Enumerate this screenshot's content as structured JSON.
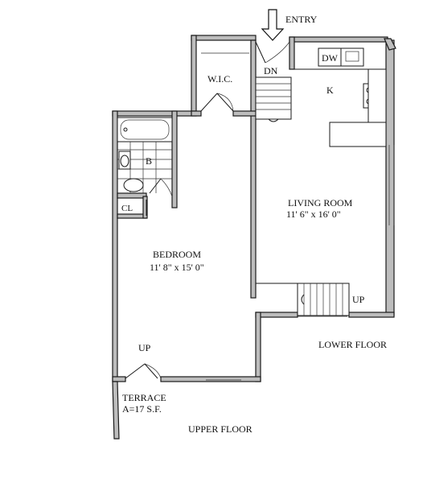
{
  "rooms": {
    "entry": "ENTRY",
    "wic": "W.I.C.",
    "dn": "DN",
    "dw": "DW",
    "kitchen": "K",
    "bath": "B",
    "closet": "CL",
    "living_name": "LIVING ROOM",
    "living_size": "11' 6\" x 16' 0\"",
    "bedroom_name": "BEDROOM",
    "bedroom_size": "11' 8\" x 15' 0\"",
    "up_stair": "UP",
    "up_terrace": "UP",
    "terrace_name": "TERRACE",
    "terrace_area": "A=17 S.F."
  },
  "floors": {
    "lower": "LOWER FLOOR",
    "upper": "UPPER FLOOR"
  }
}
